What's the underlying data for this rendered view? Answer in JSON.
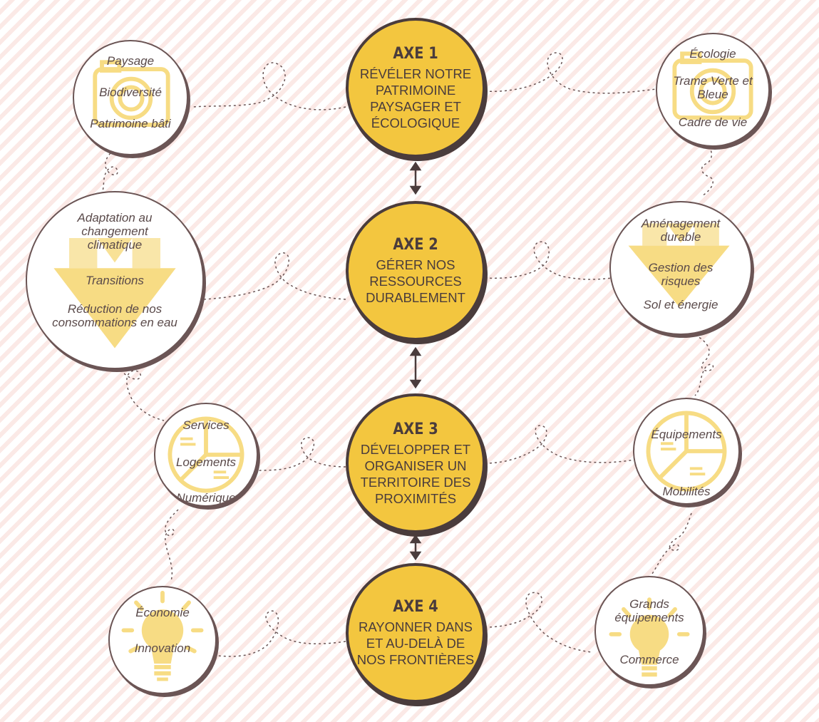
{
  "colors": {
    "accent": "#f3c63f",
    "dark": "#4a3c3c",
    "icon": "#f7dc84"
  },
  "axes": [
    {
      "title": "AXE 1",
      "desc": "RÉVÉLER NOTRE PATRIMOINE PAYSAGER ET ÉCOLOGIQUE"
    },
    {
      "title": "AXE 2",
      "desc": "GÉRER NOS RESSOURCES DURABLEMENT"
    },
    {
      "title": "AXE 3",
      "desc": "DÉVELOPPER ET ORGANISER UN TERRITOIRE DES PROXIMITÉS"
    },
    {
      "title": "AXE 4",
      "desc": "RAYONNER DANS ET AU-DELÀ DE NOS FRONTIÈRES"
    }
  ],
  "bubbles": {
    "b1l": {
      "icon": "camera-icon",
      "labels": [
        "Paysage",
        "Biodiversité",
        "Patrimoine bâti"
      ]
    },
    "b1r": {
      "icon": "camera-icon",
      "labels": [
        "Écologie",
        "Trame Verte et Bleue",
        "Cadre de vie"
      ]
    },
    "b2l": {
      "icon": "diamond-icon",
      "labels": [
        "Adaptation au changement climatique",
        "Transitions",
        "Réduction de nos consommations en eau"
      ]
    },
    "b2r": {
      "icon": "diamond-icon",
      "labels": [
        "Aménagement durable",
        "Gestion des risques",
        "Sol et énergie"
      ]
    },
    "b3l": {
      "icon": "pie-chart-icon",
      "labels": [
        "Services",
        "Logements",
        "Numérique"
      ]
    },
    "b3r": {
      "icon": "pie-chart-icon",
      "labels": [
        "Équipements",
        "Mobilités"
      ]
    },
    "b4l": {
      "icon": "lightbulb-icon",
      "labels": [
        "Économie",
        "Innovation"
      ]
    },
    "b4r": {
      "icon": "lightbulb-icon",
      "labels": [
        "Grands équipements",
        "Commerce"
      ]
    }
  }
}
